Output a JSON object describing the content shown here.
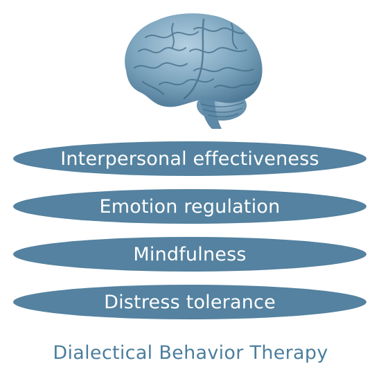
{
  "diagram": {
    "icon": "brain-icon",
    "layers": [
      {
        "label": "Interpersonal effectiveness"
      },
      {
        "label": "Emotion regulation"
      },
      {
        "label": "Mindfulness"
      },
      {
        "label": "Distress tolerance"
      }
    ],
    "caption": "Dialectical Behavior Therapy"
  },
  "colors": {
    "layer_fill": "#5482a0",
    "layer_text": "#ffffff",
    "caption_text": "#4b7e9c",
    "brain": "#7ea6bf"
  }
}
